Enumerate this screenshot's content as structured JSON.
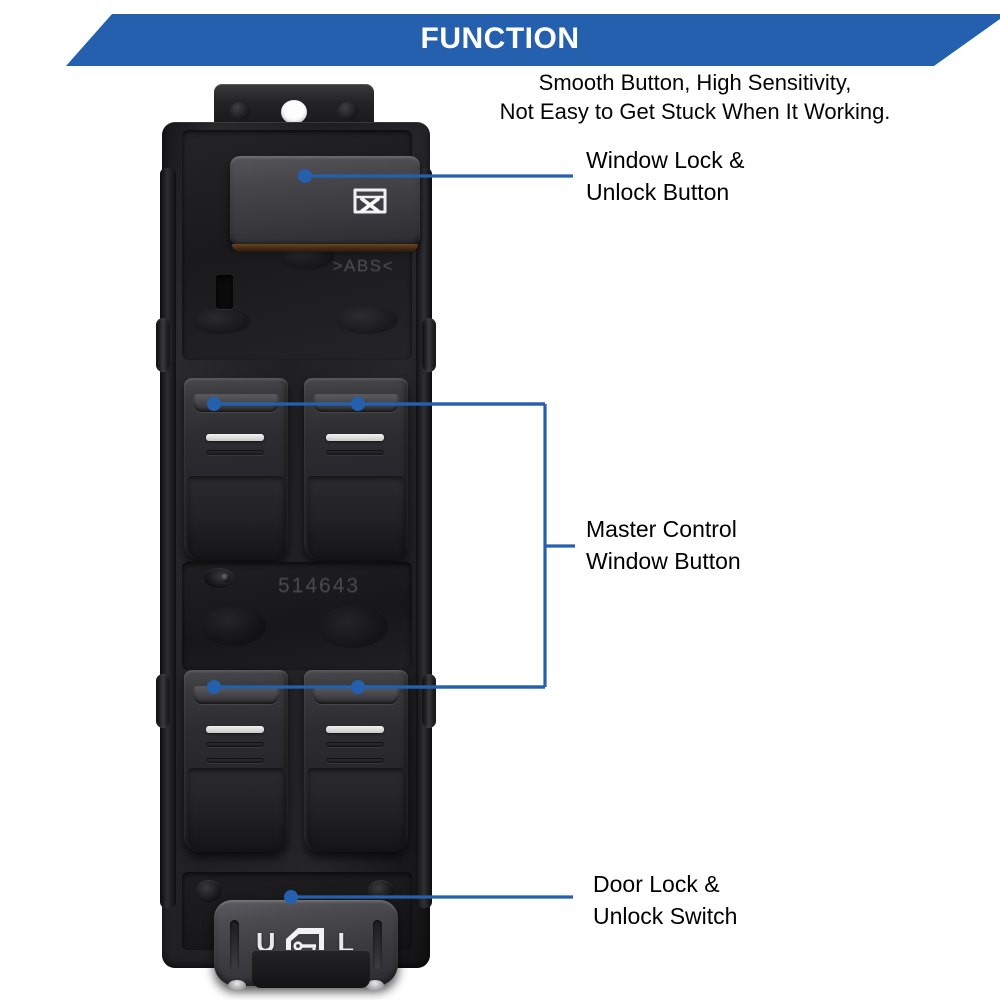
{
  "header": {
    "banner_title": "FUNCTION",
    "banner_color": "#2460ad",
    "subtitle_line1": "Smooth Button, High Sensitivity,",
    "subtitle_line2": "Not Easy to Get Stuck When It Working."
  },
  "callouts": [
    {
      "id": "window-lock",
      "label": "Window Lock &\n  Unlock Button",
      "line_color": "#2460ad"
    },
    {
      "id": "master-control",
      "label": "Master Control\nWindow Button",
      "line_color": "#2460ad"
    },
    {
      "id": "door-lock",
      "label": "Door Lock &\nUnlock Switch",
      "line_color": "#2460ad"
    }
  ],
  "product": {
    "name": "master-power-window-switch",
    "molded_marks": {
      "material_code": ">ABS<",
      "part_number": "514643"
    },
    "door_lock_switch": {
      "unlock_letter": "U",
      "lock_letter": "L",
      "icon": "car-door-key-icon"
    },
    "window_lock_button": {
      "icon": "window-lock-x-icon"
    },
    "window_switches": [
      {
        "position": "front-left",
        "icon": "rocker-switch"
      },
      {
        "position": "front-right",
        "icon": "rocker-switch"
      },
      {
        "position": "rear-left",
        "icon": "rocker-switch"
      },
      {
        "position": "rear-right",
        "icon": "rocker-switch"
      }
    ]
  }
}
